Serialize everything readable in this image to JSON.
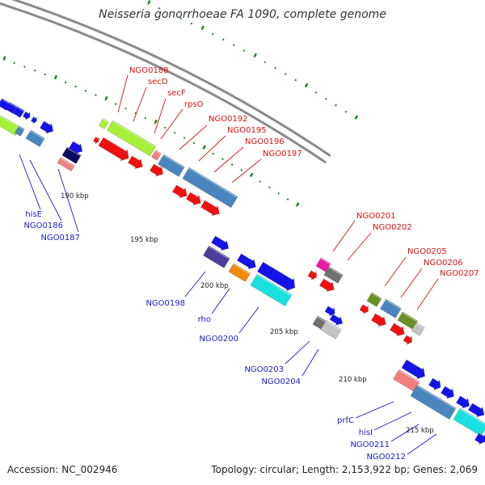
{
  "title": "Neisseria gonorrhoeae FA 1090, complete genome",
  "footer": {
    "accession": "Accession: NC_002946",
    "topology": "Topology: circular; Length: 2,153,922 bp; Genes: 2,069"
  },
  "colors": {
    "backbone": "#8a8a8a",
    "tick": "#1e8a1e",
    "forward_label": "#dd1111",
    "reverse_label": "#1a1acc",
    "blue": "#1414e6",
    "red": "#ee1111",
    "steelblue": "#4a86bd",
    "lime": "#a6f03a",
    "salmon": "#f08080",
    "navy": "#0a0a60",
    "slateblue": "#4b3d9a",
    "orange": "#f08a0a",
    "cyan": "#1ae0e0",
    "magenta": "#e81ca6",
    "gray": "#707070",
    "lightgray": "#c4c4c4",
    "olive": "#6b8e23"
  },
  "kbp_labels": [
    "190 kbp",
    "195 kbp",
    "200 kbp",
    "205 kbp",
    "210 kbp",
    "215 kbp"
  ],
  "labels": {
    "forward": [
      "NGO0188",
      "secD",
      "secF",
      "rpsO",
      "NGO0192",
      "NGO0195",
      "NGO0196",
      "NGO0197",
      "NGO0201",
      "NGO0202",
      "NGO0205",
      "NGO0206",
      "NGO0207"
    ],
    "reverse": [
      "hisE",
      "NGO0186",
      "NGO0187",
      "NGO0198",
      "rho",
      "NGO0200",
      "NGO0203",
      "NGO0204",
      "prfC",
      "hisI",
      "NGO0211",
      "NGO0212"
    ]
  }
}
